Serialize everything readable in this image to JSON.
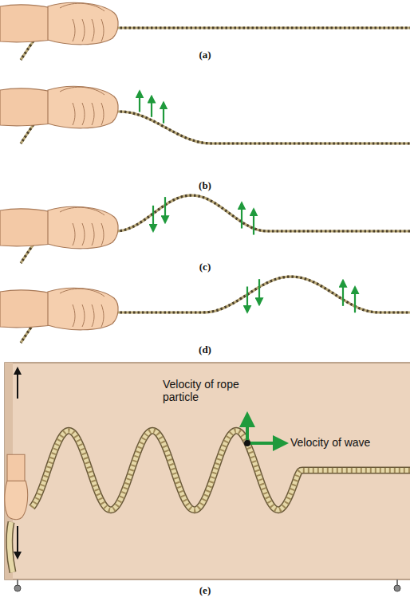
{
  "diagram": {
    "labels": [
      "(a)",
      "(b)",
      "(c)",
      "(d)",
      "(e)",
      "Velocity of rope particle",
      "Velocity of wave"
    ]
  }
}
